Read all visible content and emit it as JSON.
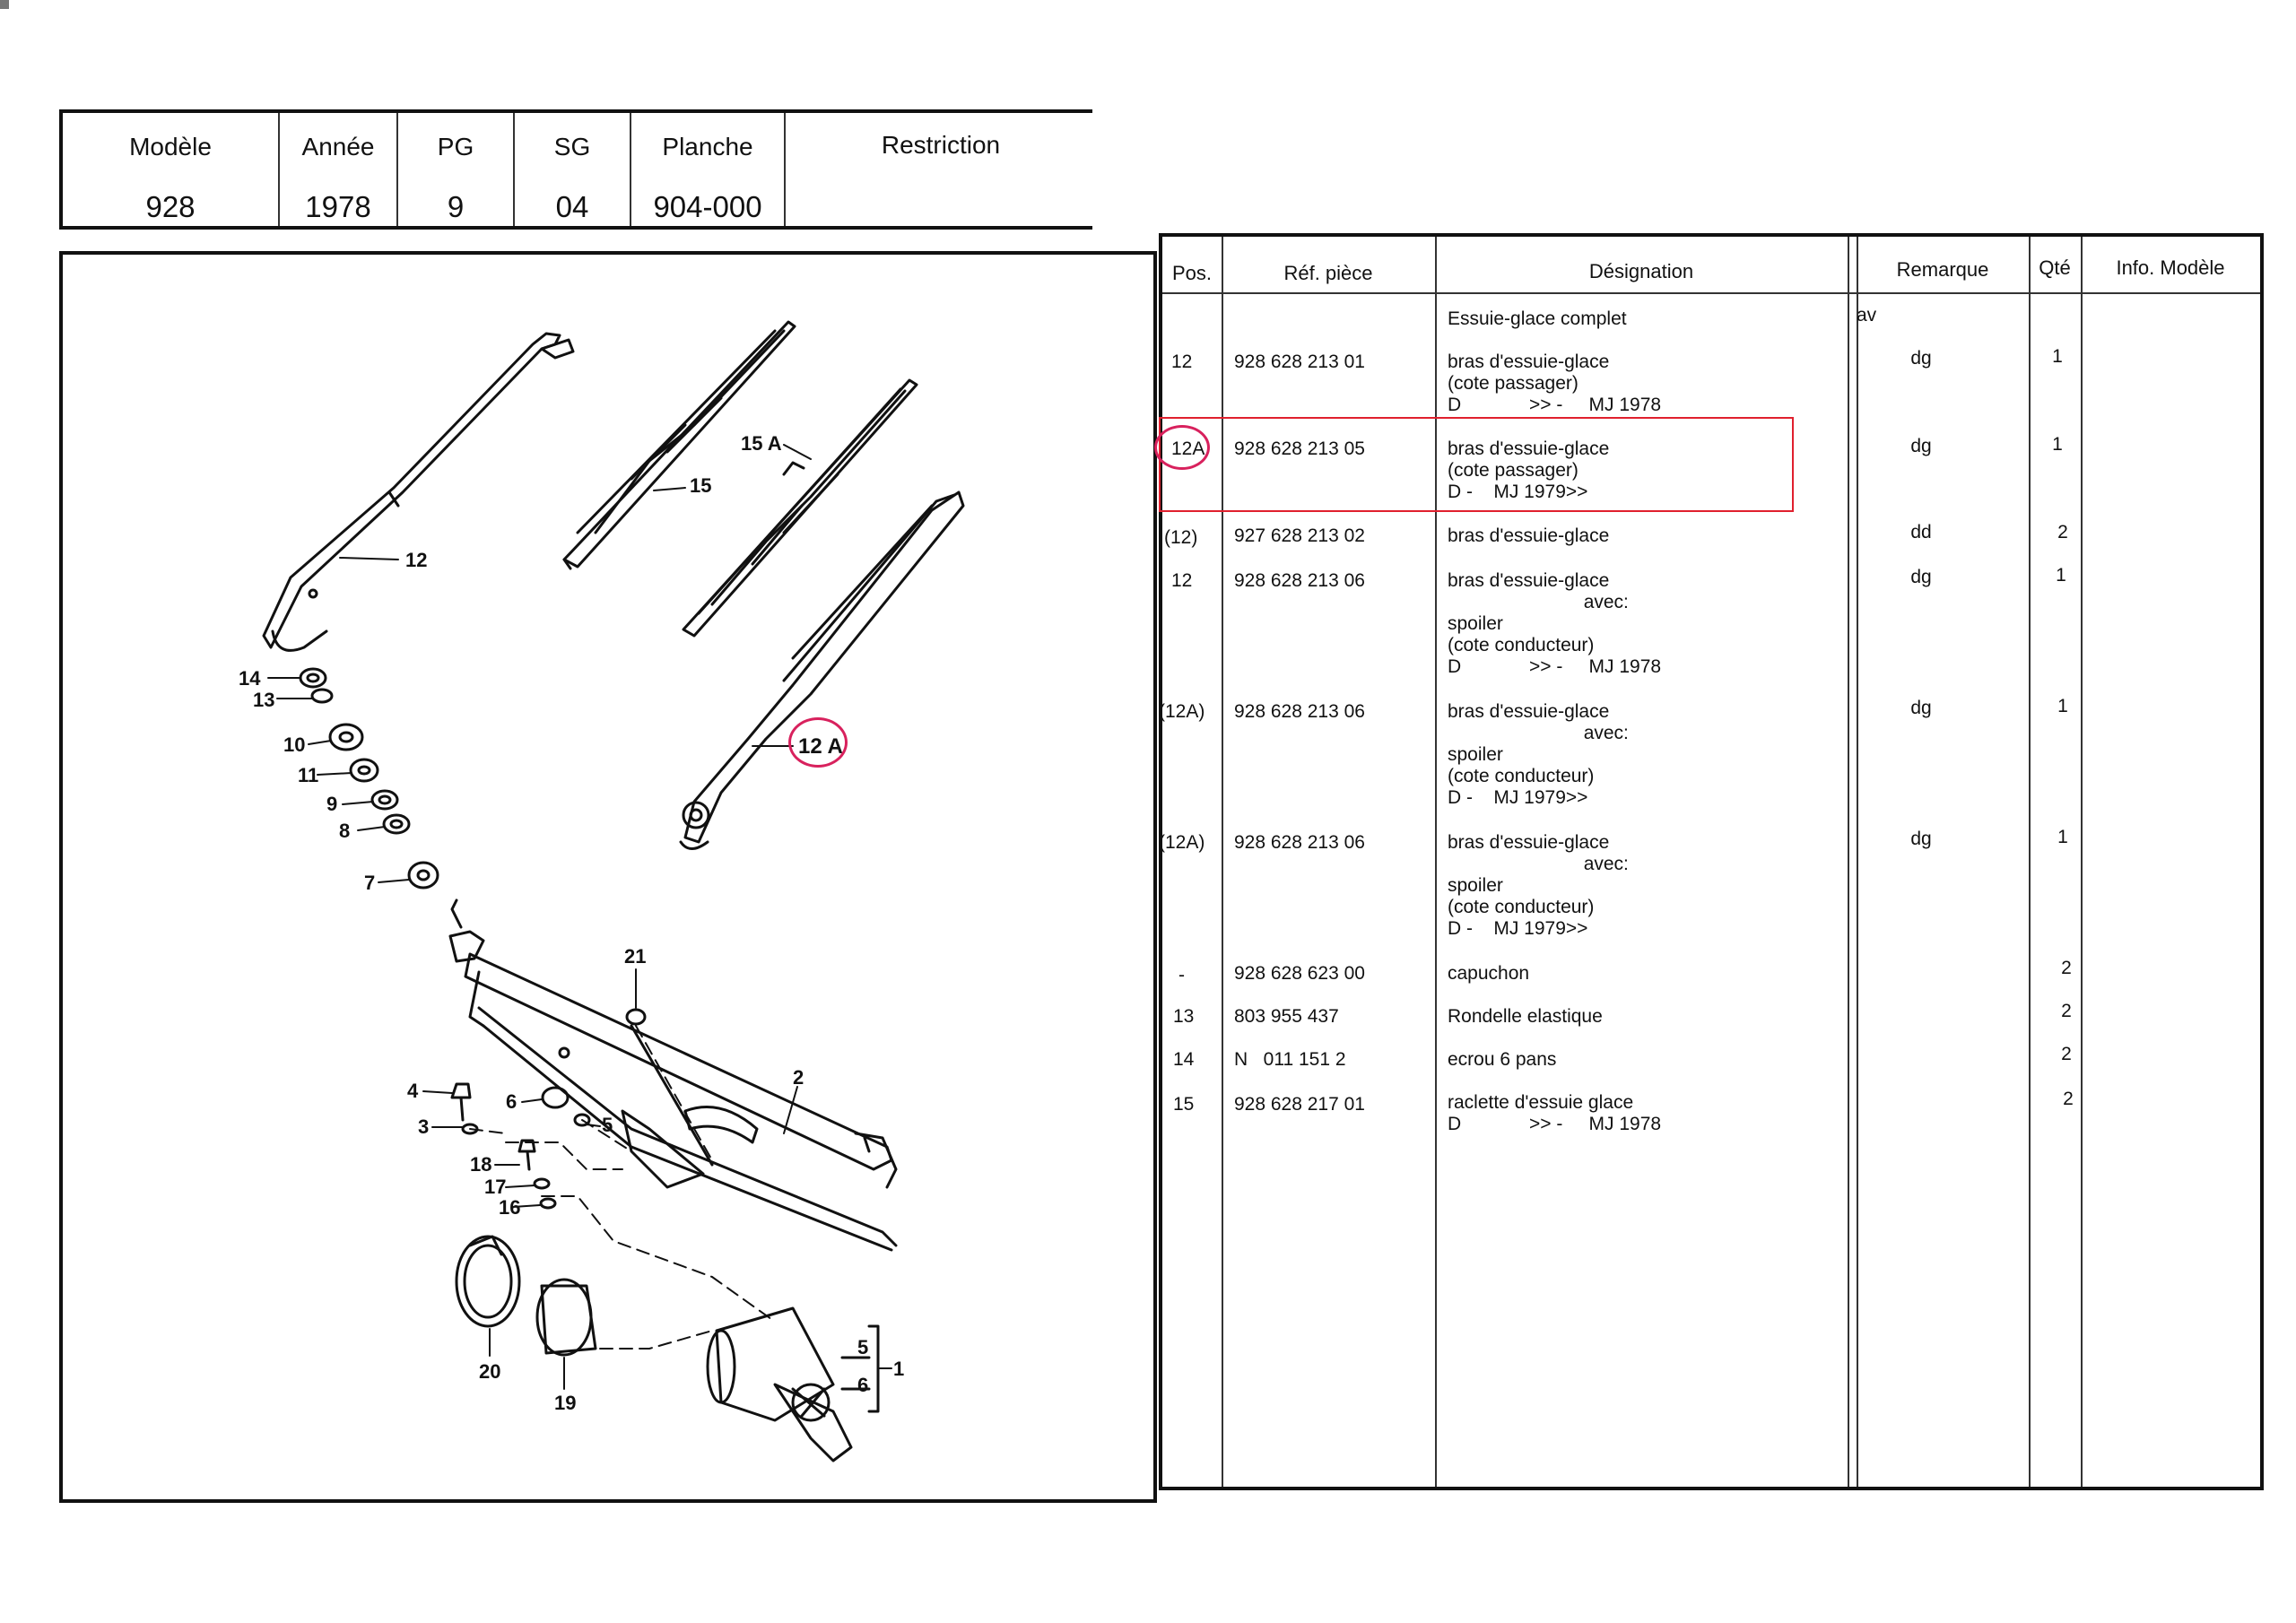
{
  "header": {
    "columns": [
      {
        "label": "Modèle",
        "value": "928"
      },
      {
        "label": "Année",
        "value": "1978"
      },
      {
        "label": "PG",
        "value": "9"
      },
      {
        "label": "SG",
        "value": "04"
      },
      {
        "label": "Planche",
        "value": "904-000"
      },
      {
        "label": "Restriction",
        "value": ""
      }
    ]
  },
  "table": {
    "headers": {
      "pos": "Pos.",
      "ref": "Réf. pièce",
      "designation": "Désignation",
      "remarque": "Remarque",
      "qte": "Qté",
      "info": "Info. Modèle"
    },
    "group_title": "Essuie-glace complet",
    "group_remark": "av",
    "rows": [
      {
        "pos": "12",
        "ref": "928 628 213 01",
        "designation": [
          "bras d'essuie-glace",
          "(cote passager)",
          "D             >> -     MJ 1978"
        ],
        "remarque": "dg",
        "qte": "1"
      },
      {
        "pos": "12A",
        "ref": "928 628 213 05",
        "designation": [
          "bras d'essuie-glace",
          "(cote passager)",
          "D -    MJ 1979>>"
        ],
        "remarque": "dg",
        "qte": "1"
      },
      {
        "pos": "(12)",
        "ref": "927 628 213 02",
        "designation": [
          "bras d'essuie-glace"
        ],
        "remarque": "dd",
        "qte": "2"
      },
      {
        "pos": "12",
        "ref": "928 628 213 06",
        "designation": [
          "bras d'essuie-glace",
          "                          avec:",
          "spoiler",
          "(cote conducteur)",
          "D             >> -     MJ 1978"
        ],
        "remarque": "dg",
        "qte": "1"
      },
      {
        "pos": "(12A)",
        "ref": "928 628 213 06",
        "designation": [
          "bras d'essuie-glace",
          "                          avec:",
          "spoiler",
          "(cote conducteur)",
          "D -    MJ 1979>>"
        ],
        "remarque": "dg",
        "qte": "1"
      },
      {
        "pos": "(12A)",
        "ref": "928 628 213 06",
        "designation": [
          "bras d'essuie-glace",
          "                          avec:",
          "spoiler",
          "(cote conducteur)",
          "D -    MJ 1979>>"
        ],
        "remarque": "dg",
        "qte": "1"
      },
      {
        "pos": "-",
        "ref": "928 628 623 00",
        "designation": [
          "capuchon"
        ],
        "remarque": "",
        "qte": "2"
      },
      {
        "pos": "13",
        "ref": "803 955 437",
        "designation": [
          "Rondelle elastique"
        ],
        "remarque": "",
        "qte": "2"
      },
      {
        "pos": "14",
        "ref": "N   011 151 2",
        "designation": [
          "ecrou 6 pans"
        ],
        "remarque": "",
        "qte": "2"
      },
      {
        "pos": "15",
        "ref": "928 628 217 01",
        "designation": [
          "raclette d'essuie glace",
          "D             >> -     MJ 1978"
        ],
        "remarque": "",
        "qte": "2"
      }
    ]
  },
  "diagram_labels": {
    "l12": "12",
    "l15": "15",
    "l15a": "15 A",
    "l12a": "12 A",
    "l14": "14",
    "l13": "13",
    "l10": "10",
    "l11": "11",
    "l9": "9",
    "l8": "8",
    "l7": "7",
    "l21": "21",
    "l2": "2",
    "l4": "4",
    "l3": "3",
    "l6": "6",
    "l5": "5",
    "l18": "18",
    "l17": "17",
    "l16": "16",
    "l20": "20",
    "l19": "19",
    "l5b": "5",
    "l6b": "6",
    "l1": "1"
  },
  "colors": {
    "highlight_box": "#e0202e",
    "highlight_circle": "#d8215d",
    "ink": "#111111"
  }
}
